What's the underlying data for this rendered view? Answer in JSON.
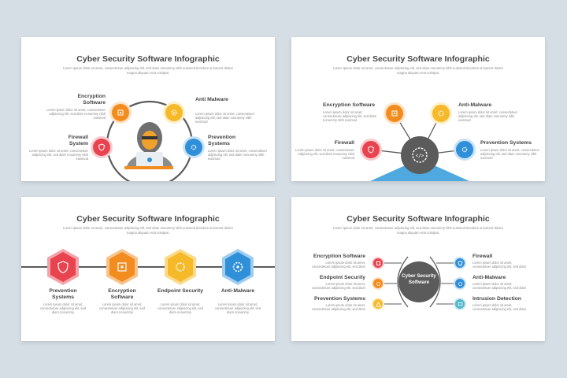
{
  "colors": {
    "red": "#e8434f",
    "orange": "#f28c1e",
    "yellow": "#f6b92a",
    "blue": "#2f8fd8",
    "gray": "#5b5b5b",
    "light_blue": "#4fa9df"
  },
  "slide1": {
    "title": "Cyber Security Software Infographic",
    "subtitle": "Lorem ipsum dolor sit amet, consectetuer adipiscing elit, sed diam nonummy nibh euismod tincidunt ut laoreet dolore magna aliquam erat volutpat.",
    "items": [
      {
        "label": "Encryption Software",
        "desc": "Lorem ipsum dolor sit amet, consectetuer adipiscing elit, sed diam nonummy nibh euismod",
        "icon": "lock-file-icon"
      },
      {
        "label": "Anti Malware",
        "desc": "Lorem ipsum dolor sit amet, consectetuer adipiscing elit, sed diam nonummy nibh euismod",
        "icon": "gear-shield-icon"
      },
      {
        "label": "Firewall System",
        "desc": "Lorem ipsum dolor sit amet, consectetuer adipiscing elit, sed diam nonummy nibh euismod",
        "icon": "shield-lock-icon"
      },
      {
        "label": "Prevention Systems",
        "desc": "Lorem ipsum dolor sit amet, consectetuer adipiscing elit, sed diam nonummy nibh euismod",
        "icon": "settings-icon"
      }
    ]
  },
  "slide2": {
    "title": "Cyber Security Software Infographic",
    "subtitle": "Lorem ipsum dolor sit amet, consectetuer adipiscing elit, sed diam nonummy nibh euismod tincidunt ut laoreet dolore magna aliquam erat volutpat.",
    "items": [
      {
        "label": "Encryption Software",
        "desc": "Lorem ipsum dolor sit amet, consectetuer adipiscing elit, sed diam nonummy nibh euismod"
      },
      {
        "label": "Anti-Malware",
        "desc": "Lorem ipsum dolor sit amet, consectetuer adipiscing elit, sed diam nonummy nibh euismod"
      },
      {
        "label": "Firewall",
        "desc": "Lorem ipsum dolor sit amet, consectetuer adipiscing elit, sed diam nonummy nibh euismod"
      },
      {
        "label": "Prevention Systems",
        "desc": "Lorem ipsum dolor sit amet, consectetuer adipiscing elit, sed diam nonummy nibh euismod"
      }
    ]
  },
  "slide3": {
    "title": "Cyber Security Software Infographic",
    "subtitle": "Lorem ipsum dolor sit amet, consectetuer adipiscing elit, sed diam nonummy nibh euismod tincidunt ut laoreet dolore magna aliquam erat volutpat.",
    "items": [
      {
        "label": "Prevention Systems",
        "desc": "Lorem ipsum dolor sit amet, consectetuer adipiscing elit, sed diam nonummy"
      },
      {
        "label": "Encryption Software",
        "desc": "Lorem ipsum dolor sit amet, consectetuer adipiscing elit, sed diam nonummy"
      },
      {
        "label": "Endpoint Security",
        "desc": "Lorem ipsum dolor sit amet, consectetuer adipiscing elit, sed diam nonummy"
      },
      {
        "label": "Anti-Malware",
        "desc": "Lorem ipsum dolor sit amet, consectetuer adipiscing elit, sed diam nonummy"
      }
    ]
  },
  "slide4": {
    "title": "Cyber Security Software Infographic",
    "subtitle": "Lorem ipsum dolor sit amet, consectetuer adipiscing elit, sed diam nonummy nibh euismod tincidunt ut laoreet dolore magna aliquam erat volutpat.",
    "center": "Cyber Security Software",
    "left_items": [
      {
        "label": "Encryption Software",
        "desc": "Lorem ipsum dolor sit amet, consectetuer adipiscing elit, sed diam"
      },
      {
        "label": "Endpoint Security",
        "desc": "Lorem ipsum dolor sit amet, consectetuer adipiscing elit, sed diam"
      },
      {
        "label": "Prevention Systems",
        "desc": "Lorem ipsum dolor sit amet, consectetuer adipiscing elit, sed diam"
      }
    ],
    "right_items": [
      {
        "label": "Firewall",
        "desc": "Lorem ipsum dolor sit amet, consectetuer adipiscing elit, sed diam"
      },
      {
        "label": "Anti-Malware",
        "desc": "Lorem ipsum dolor sit amet, consectetuer adipiscing elit, sed diam"
      },
      {
        "label": "Intrusion Detection",
        "desc": "Lorem ipsum dolor sit amet, consectetuer adipiscing elit, sed diam"
      }
    ]
  }
}
